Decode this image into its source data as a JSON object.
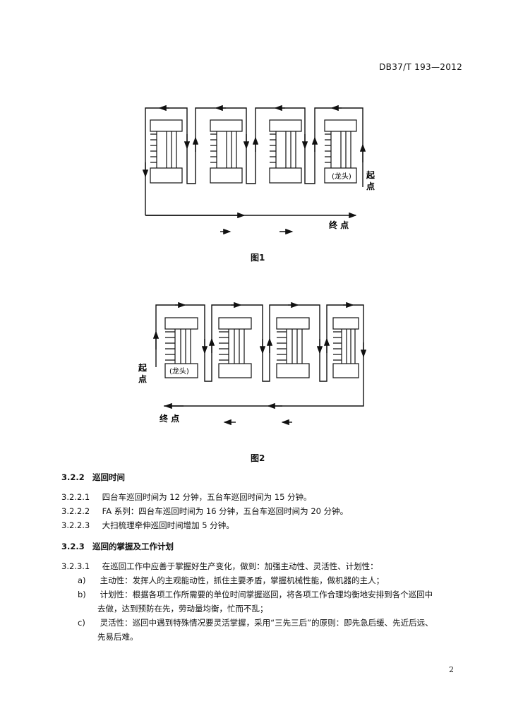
{
  "header": {
    "doc_code": "DB37/T 193—2012"
  },
  "figure1": {
    "caption": "图1",
    "start_label_1": "起",
    "start_label_2": "点",
    "end_label": "终 点",
    "head_label": "(龙头)"
  },
  "figure2": {
    "caption": "图2",
    "start_label_1": "起",
    "start_label_2": "点",
    "end_label": "终 点",
    "head_label": "(龙头)"
  },
  "sections": {
    "s322": {
      "num": "3.2.2",
      "title": "巡回时间"
    },
    "s3221": {
      "num": "3.2.2.1",
      "text": "四台车巡回时间为 12 分钟，五台车巡回时间为 15 分钟。"
    },
    "s3222": {
      "num": "3.2.2.2",
      "text": "FA 系列：四台车巡回时间为 16 分钟，五台车巡回时间为 20 分钟。"
    },
    "s3223": {
      "num": "3.2.2.3",
      "text": "大扫梳理牵伸巡回时间增加 5 分钟。"
    },
    "s323": {
      "num": "3.2.3",
      "title": "巡回的掌握及工作计划"
    },
    "s3231": {
      "num": "3.2.3.1",
      "text": "在巡回工作中应善于掌握好生产变化，做到：加强主动性、灵活性、计划性："
    },
    "a": {
      "mark": "a)",
      "text": "主动性：发挥人的主观能动性，抓住主要矛盾，掌握机械性能，做机器的主人；"
    },
    "b": {
      "mark": "b)",
      "text1": "计划性：根据各项工作所需要的单位时间掌握巡回，将各项工作合理均衡地安排到各个巡回中",
      "text2": "去做，达到预防在先，劳动量均衡，忙而不乱；"
    },
    "c": {
      "mark": "c)",
      "text1": "灵活性：巡回中遇到特殊情况要灵活掌握，采用“三先三后”的原则：即先急后缓、先近后远、",
      "text2": "先易后难。"
    }
  },
  "page_number": "2"
}
